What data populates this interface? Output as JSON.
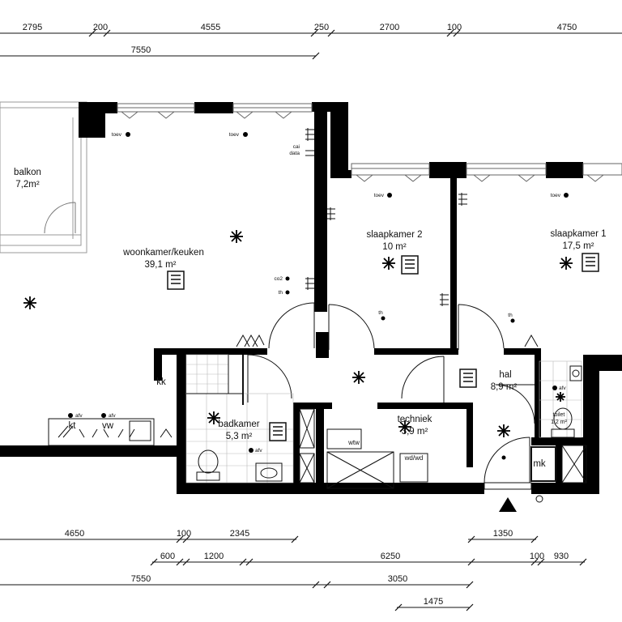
{
  "dimensions": {
    "top_row": [
      "2795",
      "200",
      "4555",
      "250",
      "2700",
      "100",
      "4750"
    ],
    "top_total": "7550",
    "bottom_row1": [
      "4650",
      "100",
      "2345",
      "1350"
    ],
    "bottom_row2": [
      "600",
      "1200",
      "6250",
      "100",
      "930"
    ],
    "bottom_row3": [
      "7550",
      "3050"
    ],
    "bottom_row4": [
      "1475"
    ]
  },
  "rooms": {
    "balkon": {
      "name": "balkon",
      "area": "7,2m²"
    },
    "woonkamer": {
      "name": "woonkamer/keuken",
      "area": "39,1 m²"
    },
    "slaapkamer2": {
      "name": "slaapkamer 2",
      "area": "10 m²"
    },
    "slaapkamer1": {
      "name": "slaapkamer 1",
      "area": "17,5 m²"
    },
    "hal": {
      "name": "hal",
      "area": "8,9 m²"
    },
    "badkamer": {
      "name": "badkamer",
      "area": "5,3 m²"
    },
    "techniek": {
      "name": "techniek",
      "area": "3,9 m²"
    },
    "toilet": {
      "name": "toilet",
      "area": "1,2 m²"
    }
  },
  "labels": {
    "kk": "kk",
    "kt": "kt",
    "vw": "vw",
    "mk": "mk",
    "wdwd": "wd/wd",
    "wtw": "wtw",
    "toev": "toev",
    "cai": "cai",
    "data": "data",
    "co2": "co2",
    "th": "th",
    "afv": "afv"
  }
}
